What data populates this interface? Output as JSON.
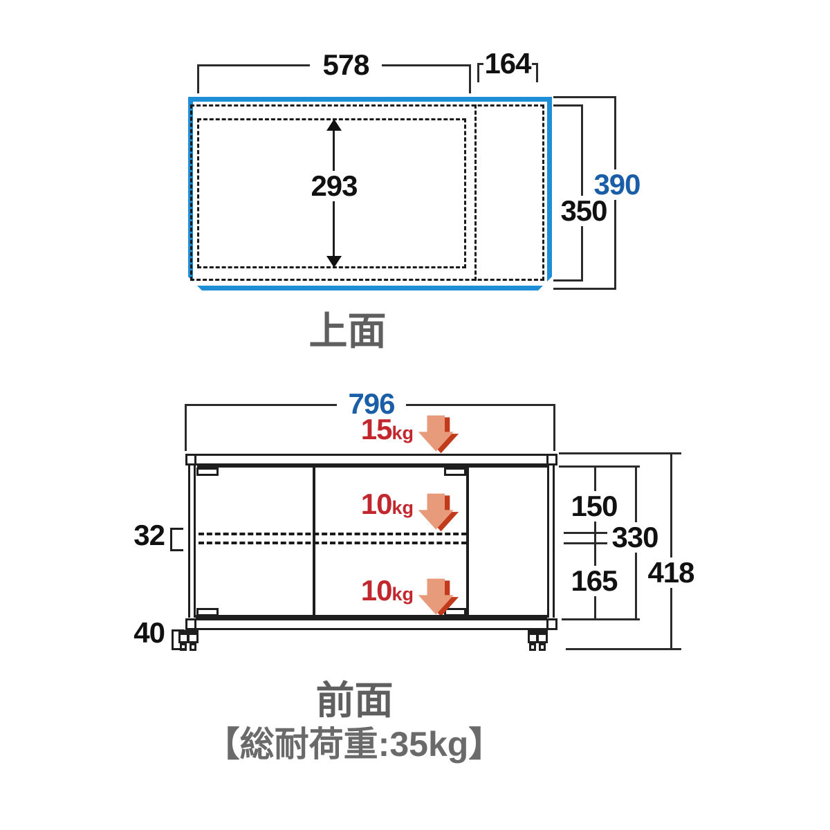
{
  "colors": {
    "outline_blue": "#1E8ED6",
    "dimension_blue": "#1A5EA8",
    "load_red": "#C1272D",
    "arrow_fill": "#E89B7B",
    "arrow_shadow": "#C23A1C",
    "label_gray": "#5F5F5F",
    "line_black": "#1e1e1e"
  },
  "top_view": {
    "title": "上面",
    "dimensions": {
      "main_width": "578",
      "right_width": "164",
      "inner_depth": "293",
      "inner_total_depth": "350",
      "total_depth": "390"
    }
  },
  "front_view": {
    "title": "前面",
    "dimensions": {
      "total_width": "796",
      "shelf_pitch": "32",
      "caster_height": "40",
      "upper_inner_height": "150",
      "inner_height": "330",
      "lower_inner_height": "165",
      "total_height": "418"
    },
    "loads": [
      {
        "value": "15",
        "unit": "kg"
      },
      {
        "value": "10",
        "unit": "kg"
      },
      {
        "value": "10",
        "unit": "kg"
      }
    ]
  },
  "footer": {
    "capacity_note": "【総耐荷重:35kg】"
  }
}
